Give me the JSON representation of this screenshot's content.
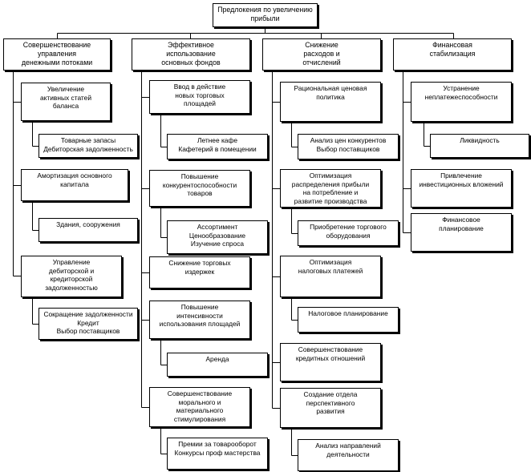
{
  "root": "Предлокения по увеличению\nприбыли",
  "columns": [
    {
      "title": "Совершенствование\nуправления\nденежными потоками",
      "items": [
        {
          "label": "Увеличение\nактивных статей\nбаланса",
          "sub": "Товарные запасы\nДебиторская задолженность"
        },
        {
          "label": "Амортизация основного\nкапитала",
          "sub": "Здания, сооружения"
        },
        {
          "label": "Управление\nдебиторской и\nкредиторской\nзадолженностью",
          "sub": "Сокращение задолженности\nКредит\nВыбор поставщиков"
        }
      ]
    },
    {
      "title": "Эффективное\nиспользование\nосновных фондов",
      "items": [
        {
          "label": "Ввод в действие\nновых торговых\nплощадей",
          "sub": "Летнее кафе\nКафетерий в помещении"
        },
        {
          "label": "Повышение\nконкурентоспособности\nтоваров",
          "sub": "Ассортимент\nЦенообразование\nИзучение спроса"
        },
        {
          "label": "Снижение торговых\nиздержек",
          "sub": null
        },
        {
          "label": "Повышение\nинтенсивности\nиспользования площадей",
          "sub": "Аренда"
        },
        {
          "label": "Совершенствование\nморального и\nматериального\nстимулирования",
          "sub": "Премии за товарооборот\nКонкурсы проф мастерства"
        }
      ]
    },
    {
      "title": "Снижение\nрасходов и\nотчислений",
      "items": [
        {
          "label": "Рациональная ценовая\nполитика",
          "sub": "Анализ цен конкурентов\nВыбор поставщиков"
        },
        {
          "label": "Оптимизация\nраспределения прибыли\nна потребление и\nразвитие производства",
          "sub": "Приобретение торгового\nоборудования"
        },
        {
          "label": "Оптимизация\nналоговых платежей",
          "sub": "Налоговое планирование"
        },
        {
          "label": "Совершенствование\nкредитных отношений",
          "sub": null
        },
        {
          "label": "Создание отдела\nперспективного\nразвития",
          "sub": "Анализ направлений\nдеятельности"
        }
      ]
    },
    {
      "title": "Финансовая\nстабилизация",
      "items": [
        {
          "label": "Устранение\nнеплатежеспособности",
          "sub": "Ликвидность"
        },
        {
          "label": "Привлечение\nинвестиционных вложений",
          "sub": null
        },
        {
          "label": "Финансовое\nпланирование",
          "sub": null
        }
      ]
    }
  ]
}
